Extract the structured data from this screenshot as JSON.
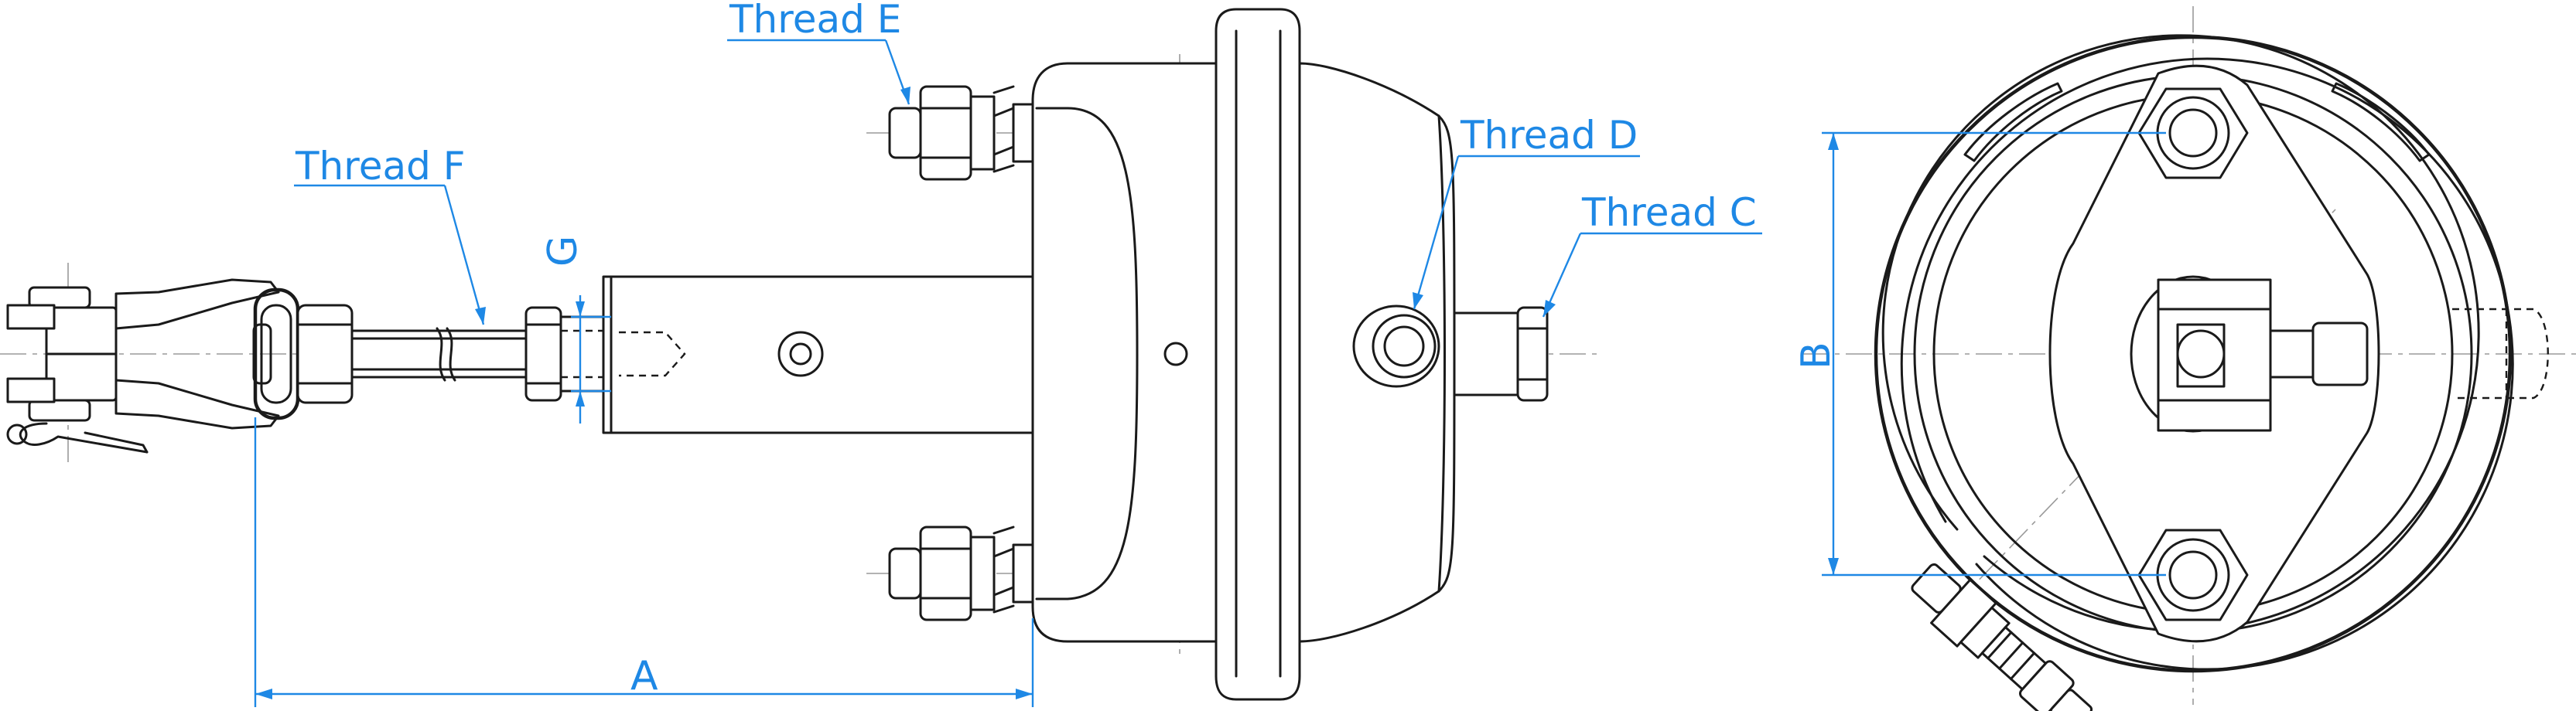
{
  "labels": {
    "thread_e": "Thread E",
    "thread_f": "Thread F",
    "thread_d": "Thread D",
    "thread_c": "Thread C"
  },
  "dimensions": {
    "a": "A",
    "b": "B",
    "g": "G"
  },
  "colors": {
    "outline": "#1a1a1a",
    "annotation": "#1e88e5",
    "centerline": "#9a9a9a",
    "background": "#ffffff"
  }
}
